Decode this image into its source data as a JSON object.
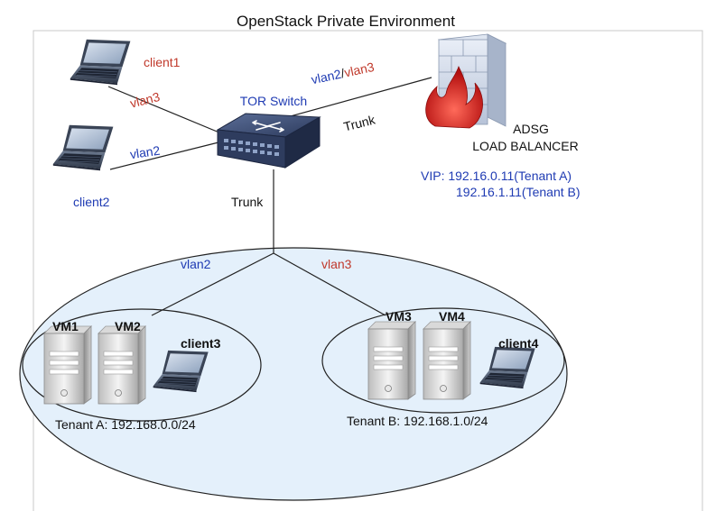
{
  "title": "OpenStack Private Environment",
  "colors": {
    "client_label": "#c0392b",
    "vlan_red": "#c0392b",
    "vlan_blue": "#1f3bb3",
    "vip_blue": "#1f3bb3",
    "tenant_fill": "#e4f0fb",
    "firewall_red": "#c81c1c",
    "switch_body": "#3d4f78"
  },
  "nodes": {
    "client1": {
      "label": "client1",
      "icon": "laptop-icon"
    },
    "client2": {
      "label": "client2",
      "icon": "laptop-icon"
    },
    "tor_switch": {
      "label": "TOR Switch",
      "icon": "switch-icon"
    },
    "load_balancer": {
      "label_line1": "ADSG",
      "label_line2": "LOAD BALANCER",
      "icon": "firewall-icon"
    },
    "vip": {
      "line1": "VIP: 192.16.0.11(Tenant A)",
      "line2": "192.16.1.11(Tenant B)"
    }
  },
  "links": {
    "client1_vlan": "vlan3",
    "client2_vlan": "vlan2",
    "lb_vlan_a": "vlan2",
    "lb_vlan_sep": "/",
    "lb_vlan_b": "vlan3",
    "lb_trunk": "Trunk",
    "switch_down_trunk": "Trunk",
    "tenant_a_vlan": "vlan2",
    "tenant_b_vlan": "vlan3"
  },
  "tenant_a": {
    "vm1": "VM1",
    "vm2": "VM2",
    "client": "client3",
    "label": "Tenant A: 192.168.0.0/24"
  },
  "tenant_b": {
    "vm3": "VM3",
    "vm4": "VM4",
    "client": "client4",
    "label": "Tenant B: 192.168.1.0/24"
  }
}
